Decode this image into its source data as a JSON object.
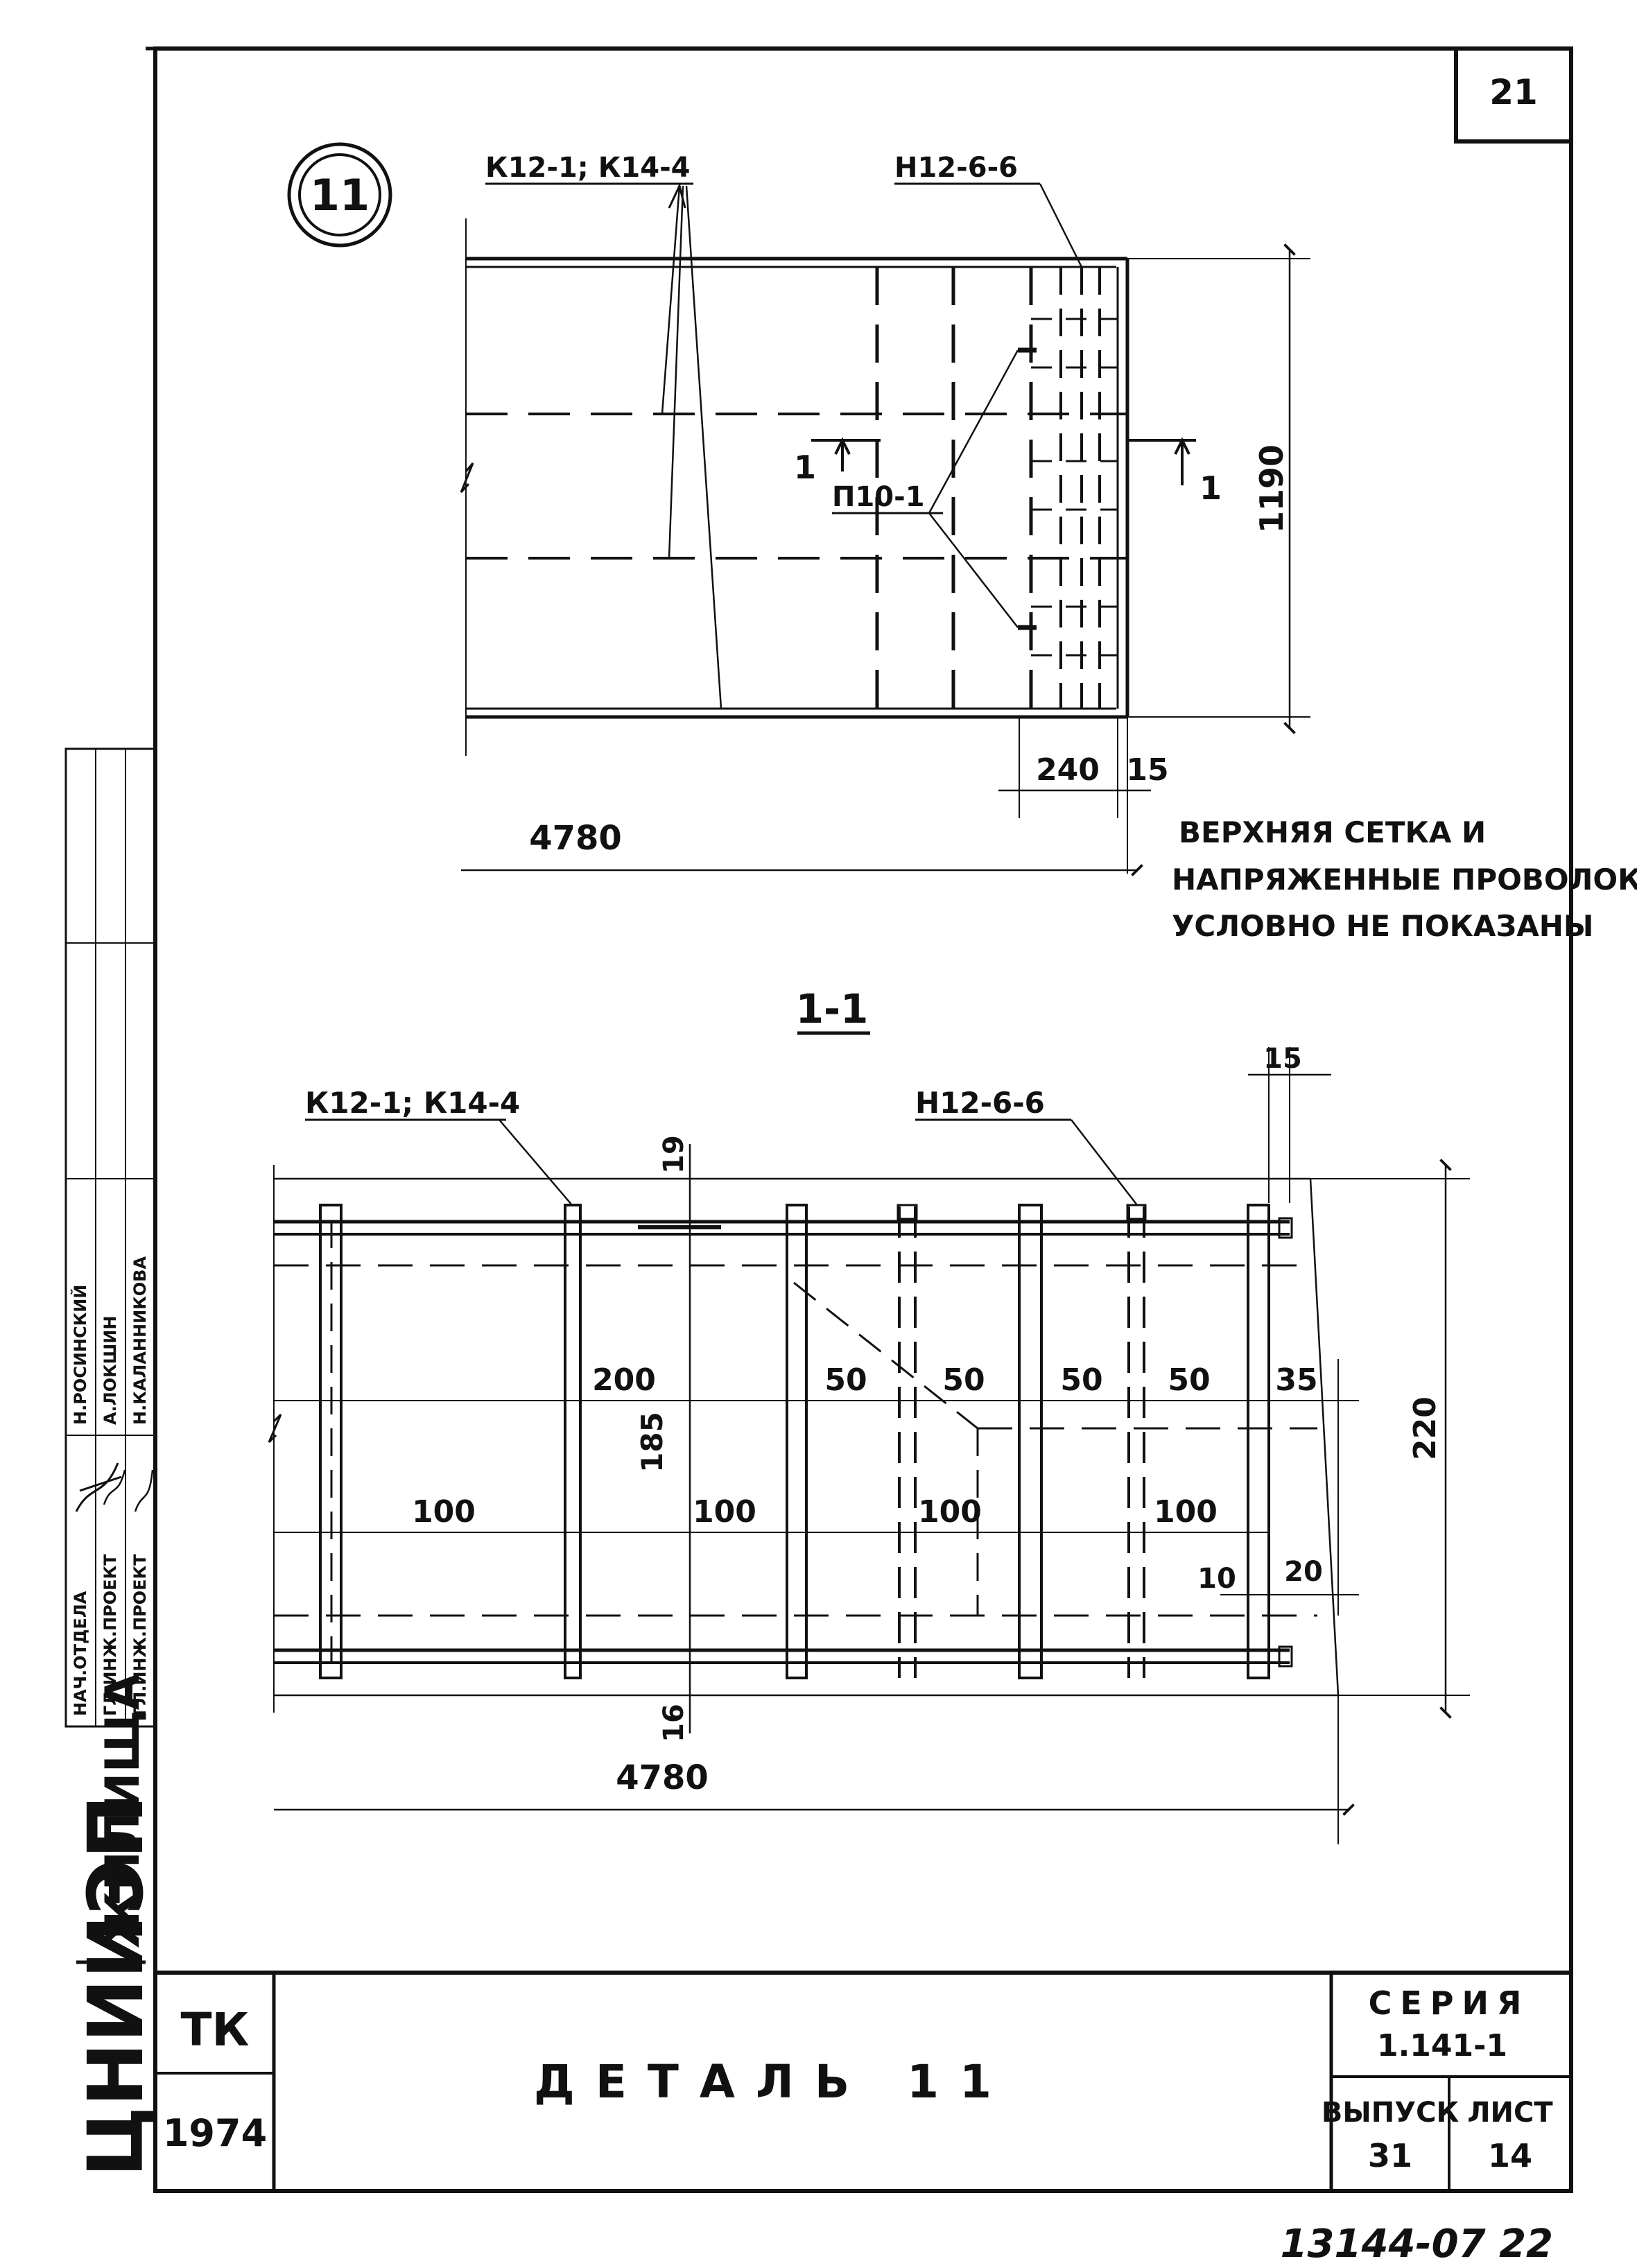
{
  "sheet_number": "21",
  "detail_marker": "11",
  "plan": {
    "callout_k": "К12-1; К14-4",
    "callout_n": "Н12-6-6",
    "callout_p": "П10-1",
    "section_mark": "1",
    "dim_height": "1190",
    "dim_240": "240",
    "dim_15": "15",
    "dim_length": "4780"
  },
  "note_lines": [
    "ВЕРХНЯЯ СЕТКА И",
    "НАПРЯЖЕННЫЕ ПРОВОЛОКИ",
    "УСЛОВНО НЕ ПОКАЗАНЫ"
  ],
  "section": {
    "title": "1-1",
    "callout_k": "К12-1; К14-4",
    "callout_n": "Н12-6-6",
    "dim_15": "15",
    "dim_19": "19",
    "dim_16": "16",
    "dim_185": "185",
    "dim_220": "220",
    "dim_200": "200",
    "dim_50a": "50",
    "dim_50b": "50",
    "dim_50c": "50",
    "dim_50d": "50",
    "dim_35": "35",
    "dim_100a": "100",
    "dim_100b": "100",
    "dim_100c": "100",
    "dim_100d": "100",
    "dim_10": "10",
    "dim_20": "20",
    "dim_length": "4780"
  },
  "side_stamp": {
    "rows": [
      {
        "role": "НАЧ.ОТДЕЛА",
        "name": "Н.РОСИНСКИЙ"
      },
      {
        "role": "ГЛ.ИНЖ.ПРОЕКТ",
        "name": "А.ЛОКШИН"
      },
      {
        "role": "ГЛ.ИНЖ.ПРОЕКТ",
        "name": "Н.КАЛАННИКОВА"
      }
    ],
    "org": "ЦНИИЭП",
    "org_sub": "ЖИЛИЩА"
  },
  "title_block": {
    "code": "ТК",
    "year": "1974",
    "title": "ДЕТАЛЬ 11",
    "series_label": "СЕРИЯ",
    "series_value": "1.141-1",
    "issue_label": "ВЫПУСК",
    "issue_value": "31",
    "sheet_label": "ЛИСТ",
    "sheet_value": "14"
  },
  "inventory_number": "13144-07 22"
}
